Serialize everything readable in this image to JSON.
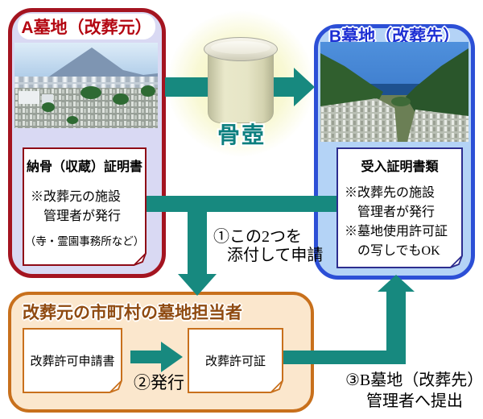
{
  "cemetery_a": {
    "title": "A墓地（改葬元）",
    "certificate": {
      "title": "納骨（収蔵）証明書",
      "note_line1": "※改葬元の施設",
      "note_line2": "管理者が発行",
      "note_line3": "（寺・霊園事務所など）"
    }
  },
  "cemetery_b": {
    "title": "B墓地（改葬先）",
    "certificate": {
      "title": "受入証明書類",
      "note_line1": "※改葬先の施設",
      "note_line2": "管理者が発行",
      "note_line3": "※墓地使用許可証",
      "note_line4": "の写しでもOK"
    }
  },
  "urn": {
    "label": "骨壺"
  },
  "municipality": {
    "title": "改葬元の市町村の墓地担当者",
    "application_doc": "改葬許可申請書",
    "permit_doc": "改葬許可証"
  },
  "steps": {
    "step1": {
      "line1": "①この2つを",
      "line2": "添付して申請"
    },
    "step2": {
      "label": "②発行"
    },
    "step3": {
      "line1": "③B墓地（改葬先）",
      "line2": "管理者へ提出"
    }
  },
  "colors": {
    "arrow_teal": "#17897f",
    "cemetery_a_border": "#a41420",
    "cemetery_a_bg": "#d9d9f3",
    "cemetery_a_title": "#b40712",
    "cemetery_b_border": "#2c4fd6",
    "cemetery_b_bg": "#b4d3f6",
    "cemetery_b_title": "#1d2fd4",
    "municipality_border": "#c8701c",
    "municipality_bg": "#fbe7cd",
    "municipality_title": "#8f4a10",
    "urn_label": "#0c7f7f"
  }
}
